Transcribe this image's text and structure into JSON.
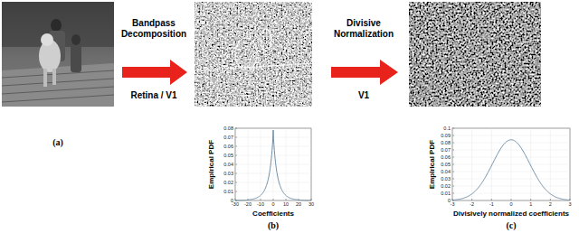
{
  "diagram": {
    "labels": [
      "Bandpass",
      "Decomposition",
      "Retina / V1",
      "Divisive",
      "Normalization",
      "V1",
      "(a)",
      "Empirical PDF",
      "Coefficients",
      "(b)",
      "Empirical PDF",
      "Divisively normalized coefficients",
      "(c)",
      "0",
      "0.01",
      "0.02",
      "0.03",
      "0.04",
      "0.05",
      "0.06",
      "0.07",
      "0.08",
      "-30",
      "-20",
      "-10",
      "0",
      "10",
      "20",
      "30",
      "0",
      "0.01",
      "0.02",
      "0.03",
      "0.04",
      "0.05",
      "0.06",
      "0.07",
      "0.08",
      "0.09",
      "0.1",
      "-3",
      "-2",
      "-1",
      "0",
      "1",
      "2",
      "3"
    ]
  }
}
